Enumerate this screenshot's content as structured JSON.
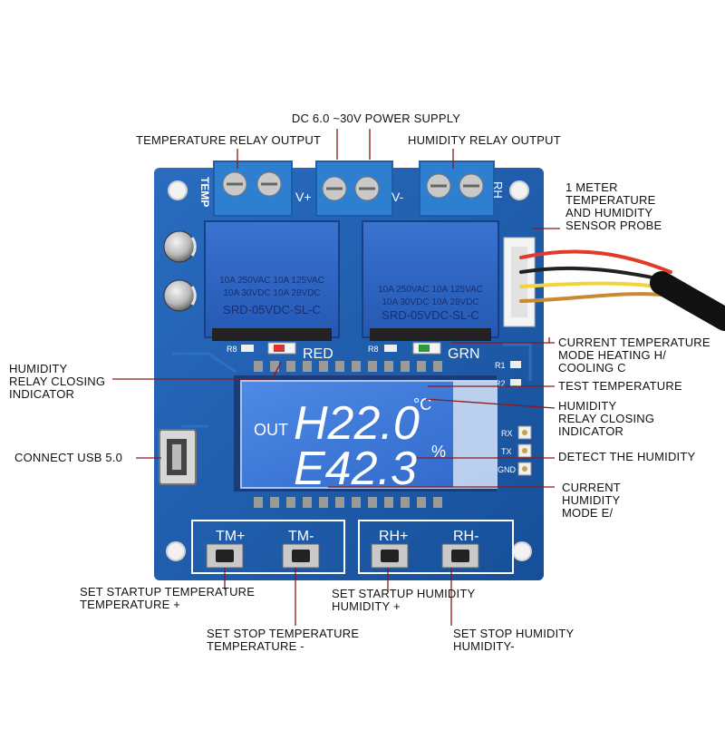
{
  "board": {
    "terminals": {
      "temp_label": "TEMP",
      "vplus": "V+",
      "vminus": "V-",
      "plus_mark": "+",
      "minus_mark": "-",
      "rh_label": "RH"
    },
    "relays": [
      {
        "line1": "10A 250VAC  10A 125VAC",
        "line2": "10A 30VDC  10A 28VDC",
        "model": "SRD-05VDC-SL-C"
      },
      {
        "line1": "10A 250VAC  10A 125VAC",
        "line2": "10A 30VDC  10A 28VDC",
        "model": "SRD-05VDC-SL-C"
      }
    ],
    "leds": {
      "red": "RED",
      "green": "GRN"
    },
    "silkscreen": {
      "r8a": "R8",
      "r8b": "R8",
      "r1": "R1",
      "r2": "R2"
    },
    "lcd": {
      "out_label": "OUT",
      "line1_value": "H22.0",
      "unit_temp": "°C",
      "line2_value": "E42.3",
      "unit_humidity": "%"
    },
    "uart_pins": [
      "RX",
      "TX",
      "GND"
    ],
    "buttons": [
      {
        "label": "TM+"
      },
      {
        "label": "TM-"
      },
      {
        "label": "RH+"
      },
      {
        "label": "RH-"
      }
    ]
  },
  "callouts": {
    "power_supply": "DC 6.0 ~30V POWER SUPPLY",
    "temp_relay_output": "TEMPERATURE RELAY OUTPUT",
    "humidity_relay_output": "HUMIDITY RELAY OUTPUT",
    "sensor_probe": "1 METER\nTEMPERATURE\nAND HUMIDITY\nSENSOR PROBE",
    "current_temp_mode": "CURRENT TEMPERATURE\nMODE HEATING H/\nCOOLING C",
    "test_temperature": "TEST TEMPERATURE",
    "humidity_relay_indicator_right": "HUMIDITY\nRELAY CLOSING\nINDICATOR",
    "detect_humidity": "DETECT THE HUMIDITY",
    "current_humidity_mode": "CURRENT\nHUMIDITY\nMODE E/",
    "humidity_relay_indicator_left": "HUMIDITY\nRELAY CLOSING\nINDICATOR",
    "connect_usb": "CONNECT USB 5.0",
    "set_startup_temp": "SET STARTUP TEMPERATURE\nTEMPERATURE +",
    "set_stop_temp": "SET STOP TEMPERATURE\nTEMPERATURE -",
    "set_startup_humidity": "SET STARTUP HUMIDITY\nHUMIDITY +",
    "set_stop_humidity": "SET STOP HUMIDITY\nHUMIDITY-"
  },
  "colors": {
    "pcb": "#1f5fae",
    "terminal": "#2f7fd0",
    "relay": "#2a5fc0",
    "lcd": "#3b78d8",
    "lcd_text": "#ffffff",
    "leader_line": "#8b1a1a"
  }
}
